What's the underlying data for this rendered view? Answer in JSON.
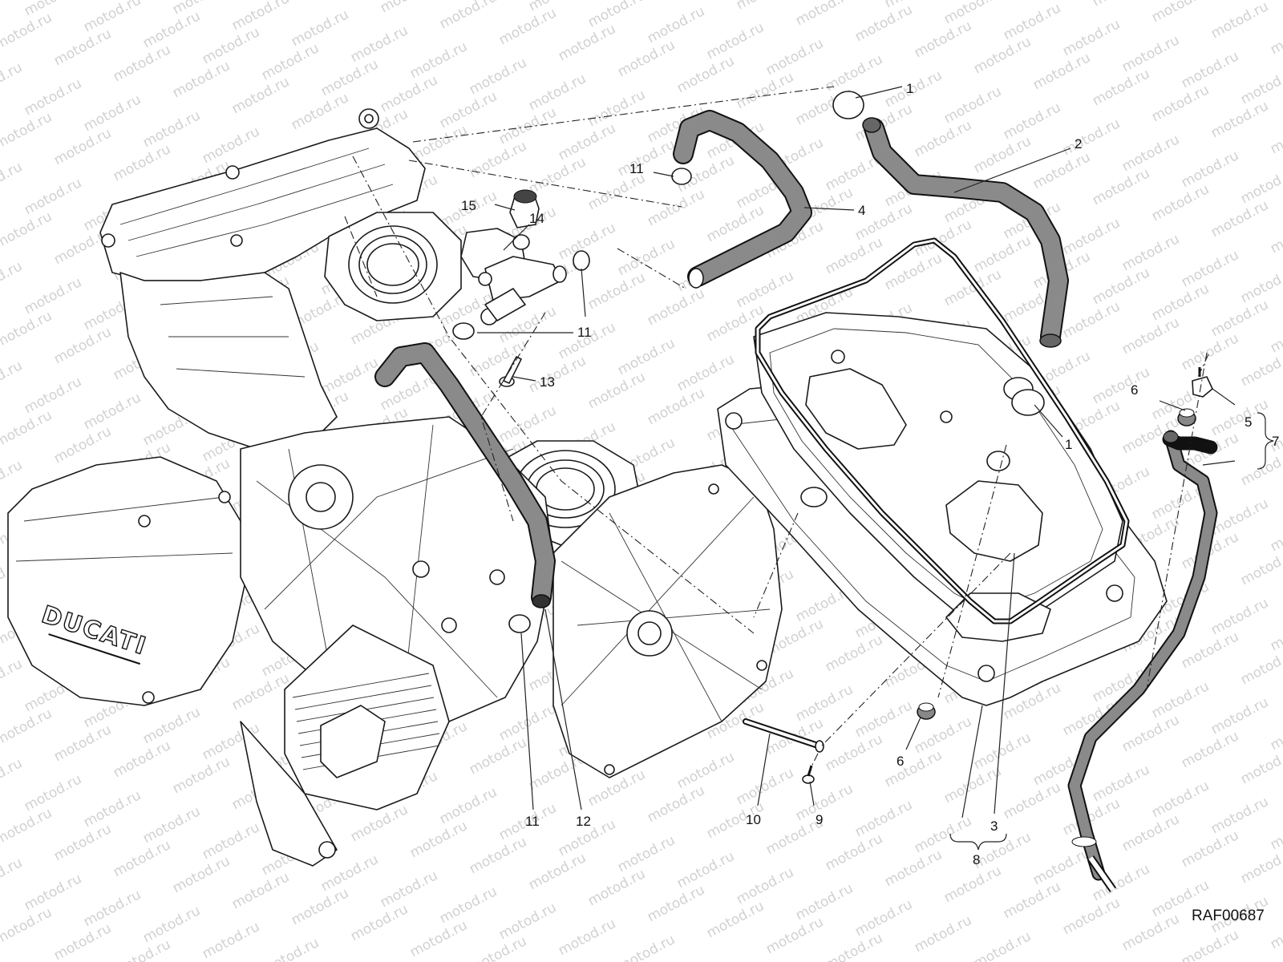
{
  "diagram": {
    "reference_code": "RAF00687",
    "brand_mark": "DUCATI",
    "watermark": "motod.ru",
    "callouts": {
      "c1a": "1",
      "c1b": "1",
      "c2": "2",
      "c3": "3",
      "c4": "4",
      "c5": "5",
      "c6a": "6",
      "c6b": "6",
      "c7": "7",
      "c8": "8",
      "c9": "9",
      "c10": "10",
      "c11a": "11",
      "c11b": "11",
      "c11c": "11",
      "c12": "12",
      "c13": "13",
      "c14": "14",
      "c15": "15"
    }
  }
}
